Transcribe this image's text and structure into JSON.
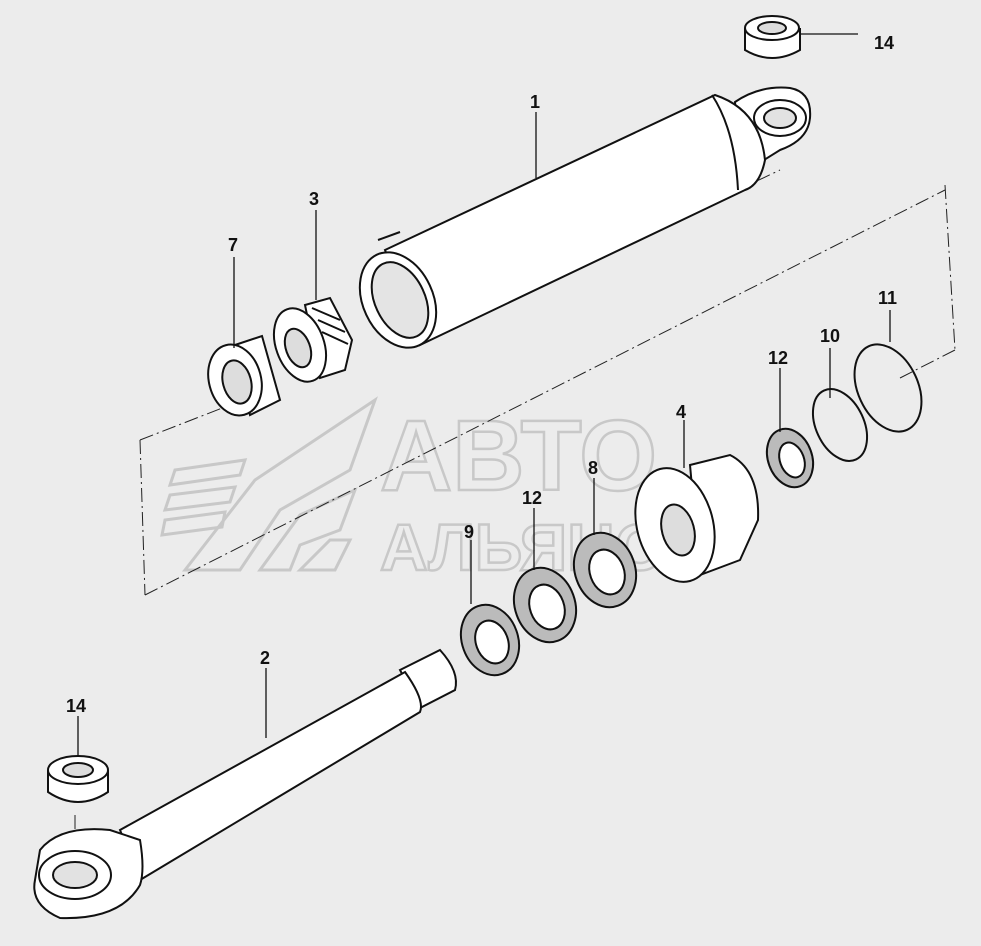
{
  "callouts": {
    "c1": "1",
    "c2": "2",
    "c3": "3",
    "c4": "4",
    "c7": "7",
    "c8": "8",
    "c9": "9",
    "c10": "10",
    "c11": "11",
    "c12a": "12",
    "c12b": "12",
    "c14a": "14",
    "c14b": "14"
  },
  "watermark": {
    "line1": "АВТО",
    "line2": "АЛЬЯНС"
  },
  "colors": {
    "background": "#ececec",
    "line": "#111111",
    "watermark": "#c8c8c8"
  }
}
